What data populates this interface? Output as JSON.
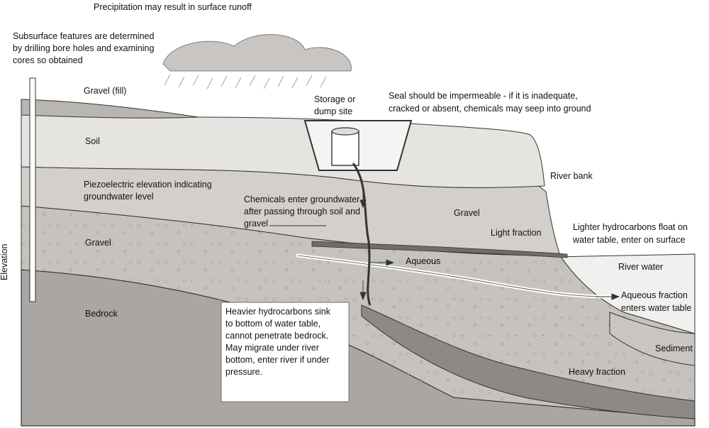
{
  "labels": {
    "precipitation": "Precipitation may result in surface runoff",
    "subsurface": [
      "Subsurface features are determined",
      "by drilling bore holes and examining",
      "cores so obtained"
    ],
    "gravel_fill": "Gravel (fill)",
    "storage": [
      "Storage or",
      "dump site"
    ],
    "seal": [
      "Seal should be impermeable - if it is inadequate,",
      "cracked or absent, chemicals may seep into ground"
    ],
    "soil": "Soil",
    "river_bank": "River bank",
    "piezo": [
      "Piezoelectric elevation indicating",
      "groundwater level"
    ],
    "chemicals": [
      "Chemicals enter groundwater",
      "after passing through soil and",
      "gravel"
    ],
    "gravel_right": "Gravel",
    "light_fraction": "Light fraction",
    "lighter_hc": [
      "Lighter hydrocarbons float on",
      "water table, enter on surface"
    ],
    "gravel_left": "Gravel",
    "elevation": "Elevation",
    "aqueous": "Aqueous",
    "river_water": "River water",
    "aqueous_fraction": [
      "Aqueous fraction",
      "enters water table"
    ],
    "bedrock": "Bedrock",
    "heavier_hc": [
      "Heavier hydrocarbons sink",
      "to bottom of water table,",
      "cannot penetrate bedrock.",
      "May migrate under river",
      "bottom, enter river if under",
      "pressure."
    ],
    "sediment": "Sediment",
    "heavy_fraction": "Heavy fraction"
  },
  "colors": {
    "fill_gravel": "#b9b5b1",
    "soil": "#e6e4e1",
    "piezo_layer": "#d3d0cc",
    "gravel_layer": "#c6c3bf",
    "bedrock": "#a9a6a3",
    "heavy_band": "#8c8986",
    "river_water": "#f1f0ee",
    "sediment": "#c9c6c2",
    "cloud": "#c8c5c2",
    "outline": "#333333"
  }
}
